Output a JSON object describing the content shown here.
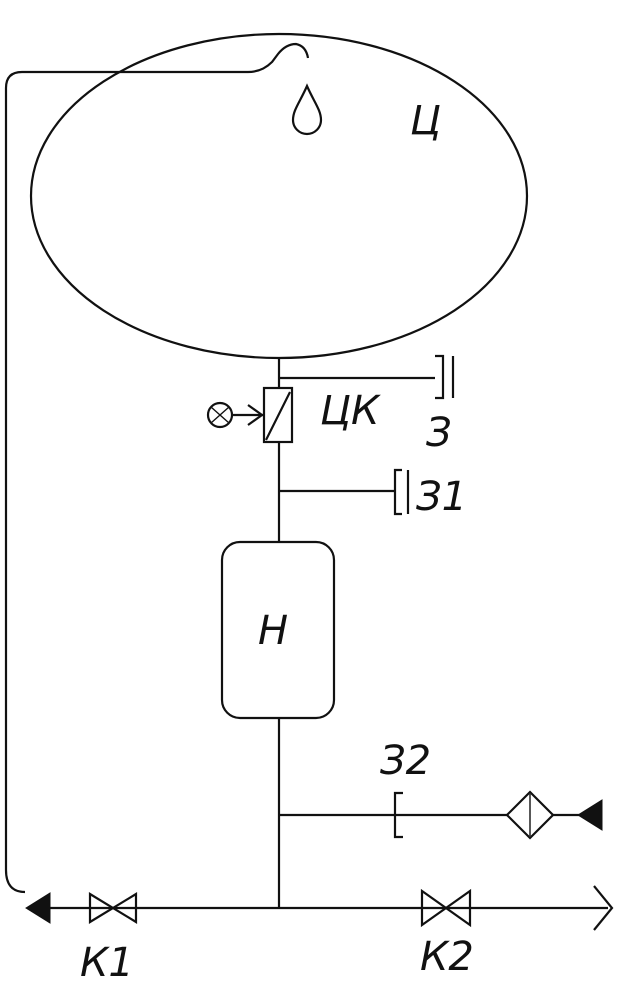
{
  "labels": {
    "tank": "Ц",
    "tank_valve": "ЦК",
    "plug": "З",
    "plug1": "З1",
    "pump": "Н",
    "plug2": "З2",
    "valve1": "К1",
    "valve2": "К2"
  },
  "icons": {
    "drop": "water-drop-icon",
    "sensor": "sensor-icon",
    "filter": "filter-icon",
    "arrow_in": "flow-arrow-icon",
    "outlet": "outlet-arrow-icon"
  },
  "colors": {
    "stroke": "#111111",
    "background": "#ffffff"
  }
}
